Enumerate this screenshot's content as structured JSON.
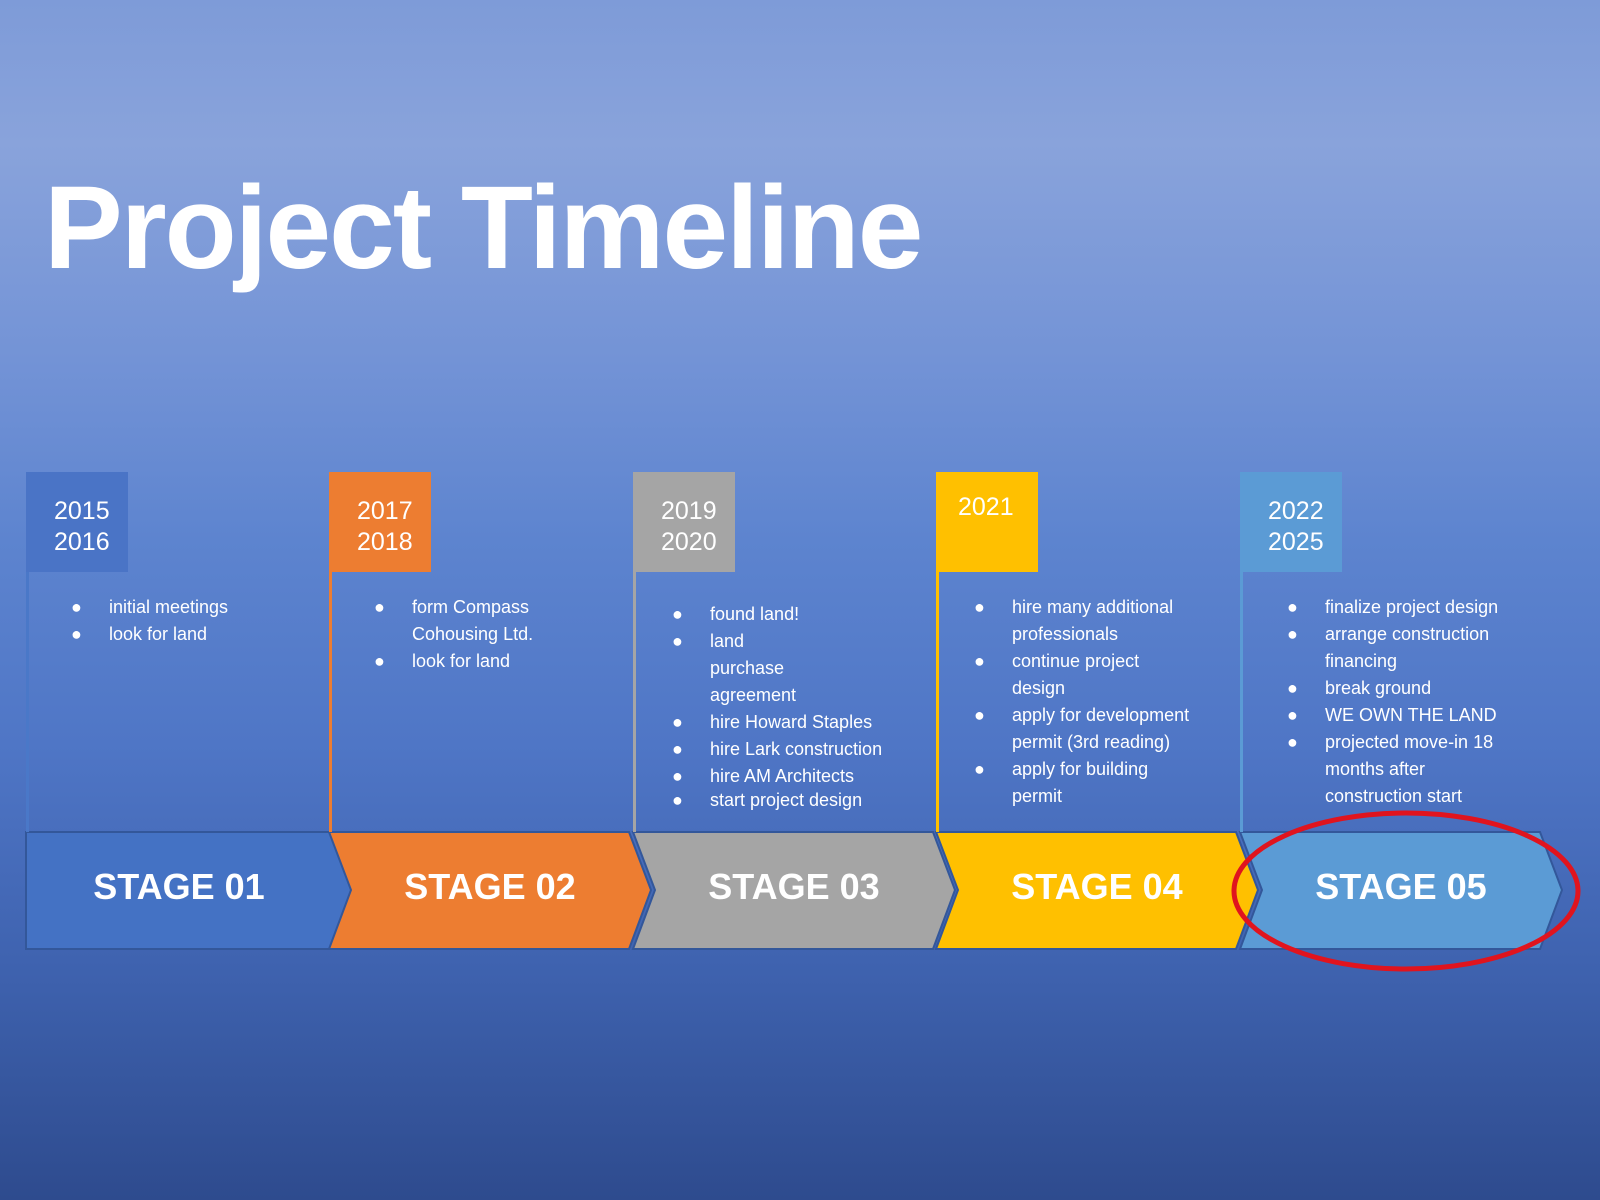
{
  "title": "Project Timeline",
  "stages": [
    {
      "label": "STAGE 01",
      "years": [
        "2015",
        "2016"
      ],
      "color": "#4472c4",
      "items": [
        "initial meetings",
        "look for land"
      ]
    },
    {
      "label": "STAGE 02",
      "years": [
        "2017",
        "2018"
      ],
      "color": "#ed7d31",
      "items": [
        "form Compass Cohousing Ltd.",
        "look for land"
      ]
    },
    {
      "label": "STAGE 03",
      "years": [
        "2019",
        "2020"
      ],
      "color": "#a5a5a5",
      "items": [
        "found land!",
        "land purchase agreement",
        "hire Howard Staples",
        "hire Lark construction",
        "hire AM Architects",
        "start project design"
      ]
    },
    {
      "label": "STAGE 04",
      "years": [
        "2021"
      ],
      "color": "#ffc000",
      "items": [
        "hire many additional professionals",
        "continue project design",
        "apply for development permit (3rd reading)",
        "apply for building permit"
      ]
    },
    {
      "label": "STAGE 05",
      "years": [
        "2022",
        "2025"
      ],
      "color": "#5b9bd5",
      "items": [
        "finalize project design",
        "arrange construction financing",
        "break ground",
        "WE OWN THE LAND",
        "projected move-in 18 months after construction start"
      ]
    }
  ],
  "highlight": {
    "stage": "STAGE 05",
    "color": "#e0141e"
  }
}
